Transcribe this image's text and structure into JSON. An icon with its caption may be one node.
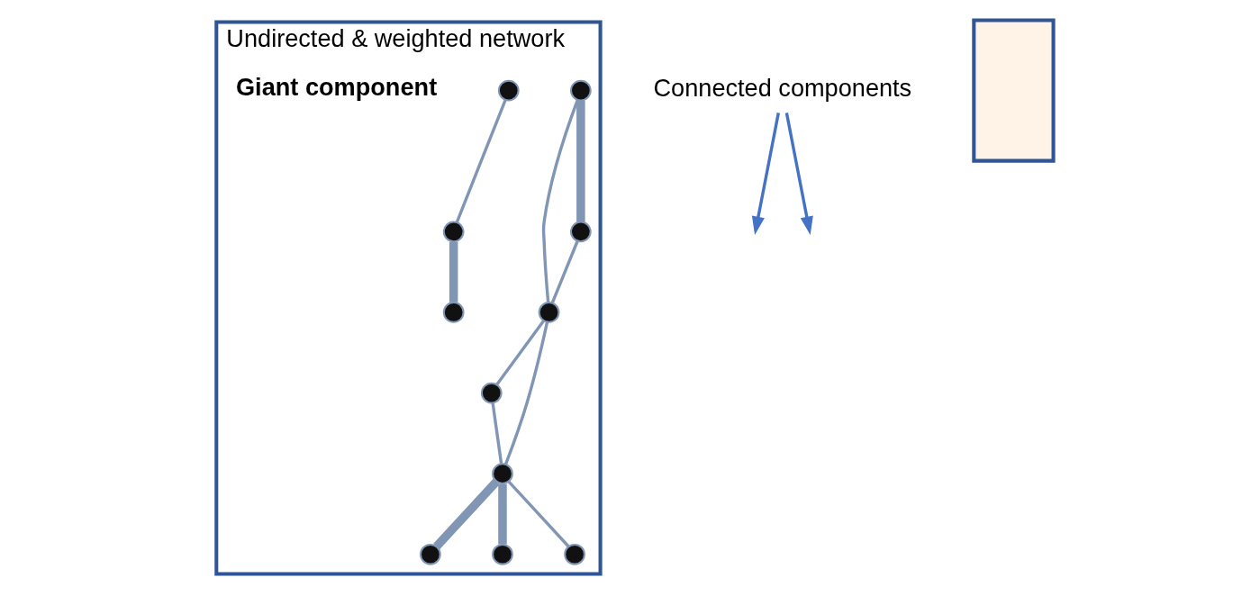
{
  "diagram": {
    "nodes": [
      {
        "text": [
          "Undirected & weighted network"
        ]
      },
      {
        "text": [],
        "shape": "circle",
        "in": 0
      },
      {
        "text": [],
        "shape": "circle",
        "in": 0
      },
      {
        "text": [],
        "shape": "circle",
        "in": 0
      },
      {
        "text": [],
        "shape": "circle",
        "in": 0
      },
      {
        "text": [],
        "shape": "circle",
        "in": 0
      },
      {
        "text": [],
        "shape": "circle",
        "in": 0
      },
      {
        "text": [],
        "shape": "circle",
        "in": 0
      },
      {
        "text": [],
        "shape": "circle",
        "in": 0
      },
      {
        "text": [],
        "shape": "circle",
        "in": 0
      },
      {
        "text": [],
        "shape": "circle",
        "in": 0
      },
      {
        "text": [],
        "shape": "circle",
        "in": 0
      },
      {
        "text": [
          "Connected components"
        ]
      },
      {
        "text": [],
        "shape": "box"
      }
    ],
    "edges": [
      {
        "from": 3,
        "to": 8,
        "arrow": "none"
      },
      {
        "from": 8,
        "to": 9,
        "arrow": "none",
        "style": "thick"
      },
      {
        "from": 1,
        "to": 6,
        "arrow": "none",
        "style": "thick"
      },
      {
        "from": 1,
        "to": 4,
        "arrow": "none"
      },
      {
        "from": 4,
        "to": 2,
        "arrow": "none"
      },
      {
        "from": 6,
        "to": 4,
        "arrow": "none"
      },
      {
        "from": 4,
        "to": 7,
        "arrow": "none"
      },
      {
        "from": 2,
        "to": 7,
        "arrow": "none"
      },
      {
        "from": 7,
        "to": 5,
        "arrow": "none",
        "style": "thick"
      },
      {
        "from": 7,
        "to": 10,
        "arrow": "none",
        "style": "thick"
      },
      {
        "from": 7,
        "to": 11,
        "arrow": "none"
      },
      {
        "from": 12,
        "to": null,
        "arrow": "to",
        "color": "#4472c4"
      },
      {
        "from": 12,
        "to": null,
        "arrow": "to",
        "color": "#4472c4"
      }
    ],
    "labels": [
      "Giant component"
    ]
  }
}
